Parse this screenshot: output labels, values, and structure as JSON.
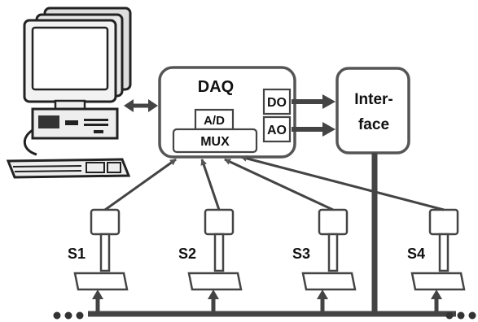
{
  "daq": {
    "title": "DAQ",
    "ad_label": "A/D",
    "mux_label": "MUX",
    "do_label": "DO",
    "ao_label": "AO"
  },
  "interface": {
    "line1": "Inter-",
    "line2": "face"
  },
  "sensors": [
    {
      "label": "S1"
    },
    {
      "label": "S2"
    },
    {
      "label": "S3"
    },
    {
      "label": "S4"
    }
  ]
}
